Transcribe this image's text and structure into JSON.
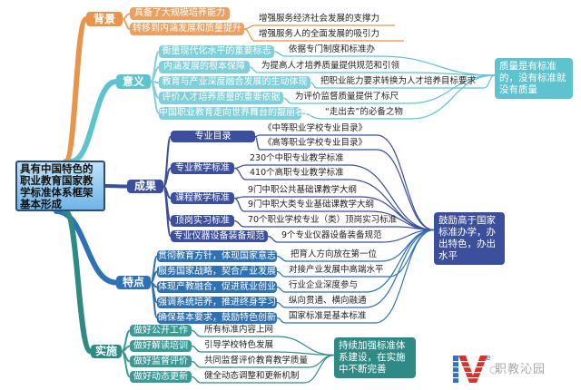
{
  "title": "具有中国特色的职业教育国家教学标准体系框架基本形成",
  "colors": {
    "background": "#e8954b",
    "significance": "#5ec3cf",
    "results": "#3b4f9c",
    "features": "#2f72b4",
    "implementation": "#2f8a86"
  },
  "branches": {
    "background": {
      "label": "背景",
      "items": [
        {
          "label": "具备了大规模培养能力",
          "leaves": []
        },
        {
          "label": "转移到内涵发展和质量提升",
          "leaves": [
            "增强服务经济社会发展的支撑力",
            "增强服务人的全面发展的吸引力"
          ]
        }
      ]
    },
    "significance": {
      "label": "意义",
      "items": [
        {
          "label": "衡量现代化水平的重要标志",
          "leaves": [
            "依据专门制度和标准办"
          ]
        },
        {
          "label": "内涵发展的根本保障",
          "leaves": [
            "为提高人才培养质量提供规范和引领"
          ]
        },
        {
          "label": "教育与产业深度融合发展的生动体现",
          "leaves": [
            "把职业能力要求转换为人才培养目标要求"
          ]
        },
        {
          "label": "评价人才培养质量的重要依据",
          "leaves": [
            "为评价监督质量提供了标尺"
          ]
        },
        {
          "label": "中国职业教育走向世界舞台的靓丽名片",
          "leaves": [
            "“走出去”的必备之物"
          ]
        }
      ],
      "summary": "质量是有标准的，没有标准就没有质量"
    },
    "results": {
      "label": "成果",
      "items": [
        {
          "label": "专业目录",
          "leaves": [
            "《中等职业学校专业目录》",
            "《高等职业学校专业目录》"
          ]
        },
        {
          "label": "专业教学标准",
          "leaves": [
            "230个中职专业教学标准",
            "410个高职专业教学标准"
          ]
        },
        {
          "label": "课程教学标准",
          "leaves": [
            "9门中职公共基础课教学大纲",
            "9门中职大类专业基础课教学大纲"
          ]
        },
        {
          "label": "顶岗实习标准",
          "leaves": [
            "70个职业学校专业（类）顶岗实习标准"
          ]
        },
        {
          "label": "专业仪器设备装备规范",
          "leaves": [
            "9个专业仪器设备装备规范"
          ]
        }
      ],
      "summary": "鼓励高于国家标准办学，办出特色，办出水平"
    },
    "features": {
      "label": "特点",
      "items": [
        {
          "label": "贯彻教育方针，体现国家意志",
          "leaves": [
            "把育人方向放在第一位"
          ]
        },
        {
          "label": "服务国家战略，契合产业发展",
          "leaves": [
            "对接产业发展中高端水平"
          ]
        },
        {
          "label": "体现产教融合，促进就业创业",
          "leaves": [
            "行业企业深度参与"
          ]
        },
        {
          "label": "强调系统培养，推进终身学习",
          "leaves": [
            "纵向贯通、横向融通"
          ]
        },
        {
          "label": "确保基本要求，鼓励特色创新",
          "leaves": [
            "国家标准是基本标准"
          ]
        }
      ]
    },
    "implementation": {
      "label": "实施",
      "items": [
        {
          "label": "做好公开工作",
          "leaves": [
            "所有标准内容上网"
          ]
        },
        {
          "label": "做好解读培训",
          "leaves": [
            "引导学校特色发展"
          ]
        },
        {
          "label": "做好监督评价",
          "leaves": [
            "共同监督评价教育教学质量"
          ]
        },
        {
          "label": "做好动态更新",
          "leaves": [
            "健全动态调整和更新机制"
          ]
        }
      ],
      "summary": "持续加强标准体系建设，在实施中不断完善"
    }
  },
  "watermark": "职教沁园"
}
